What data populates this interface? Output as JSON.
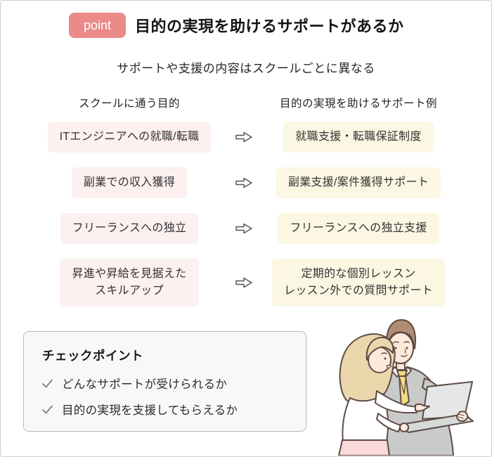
{
  "page": {
    "badge": "point",
    "title": "目的の実現を助けるサポートがあるか",
    "subtitle": "サポートや支援の内容はスクールごとに異なる"
  },
  "comparison": {
    "left_header": "スクールに通う目的",
    "right_header": "目的の実現を助けるサポート例",
    "rows": [
      {
        "purpose": "ITエンジニアへの就職/転職",
        "support": "就職支援・転職保証制度"
      },
      {
        "purpose": "副業での収入獲得",
        "support": "副業支援/案件獲得サポート"
      },
      {
        "purpose": "フリーランスへの独立",
        "support": "フリーランスへの独立支援"
      },
      {
        "purpose": "昇進や昇給を見据えた\nスキルアップ",
        "support": "定期的な個別レッスン\nレッスン外での質問サポート"
      }
    ]
  },
  "checkpoint": {
    "title": "チェックポイント",
    "items": [
      "どんなサポートが受けられるか",
      "目的の実現を支援してもらえるか"
    ]
  },
  "icons": {
    "row_arrow": "⇨",
    "check": "✓"
  },
  "illustration": "two-people-looking-at-laptop",
  "colors": {
    "badge_bg": "#ec8989",
    "purpose_box_bg": "#fcf0f0",
    "support_box_bg": "#fcf7e3",
    "checkpoint_bg": "#f8f8f8",
    "checkpoint_border": "#b9b9b9",
    "check_mark": "#7d7d7d",
    "text": "#222222"
  }
}
